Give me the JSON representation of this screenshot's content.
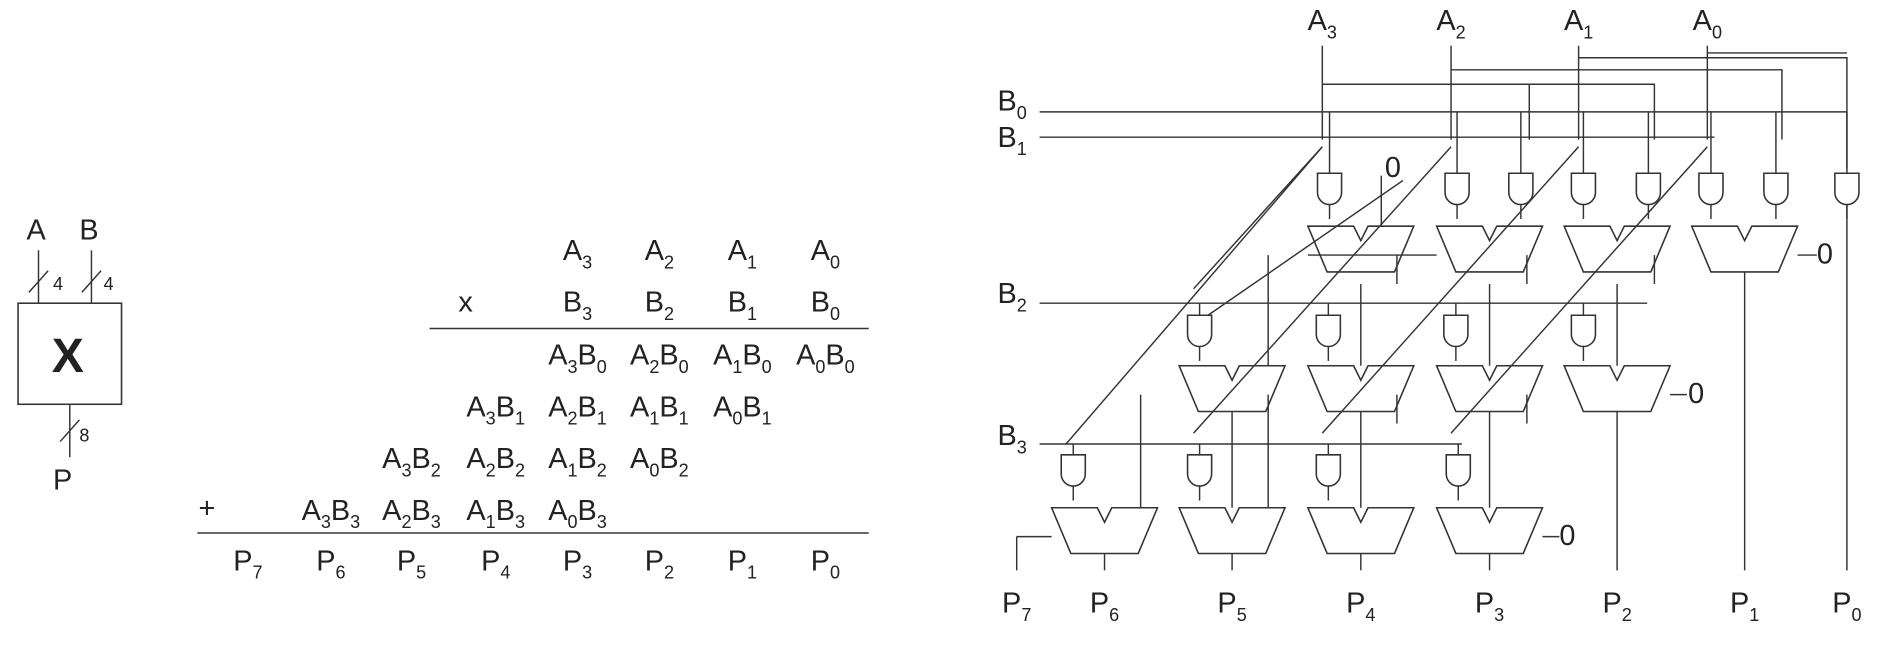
{
  "block": {
    "input_a": "A",
    "input_b": "B",
    "width_a": "4",
    "width_b": "4",
    "symbol": "X",
    "width_p": "8",
    "output": "P"
  },
  "table": {
    "multiplicand": [
      "A3",
      "A2",
      "A1",
      "A0"
    ],
    "times": "x",
    "multiplier": [
      "B3",
      "B2",
      "B1",
      "B0"
    ],
    "partial_products": [
      [
        "A3B0",
        "A2B0",
        "A1B0",
        "A0B0"
      ],
      [
        "A3B1",
        "A2B1",
        "A1B1",
        "A0B1"
      ],
      [
        "A3B2",
        "A2B2",
        "A1B2",
        "A0B2"
      ],
      [
        "A3B3",
        "A2B3",
        "A1B3",
        "A0B3"
      ]
    ],
    "plus": "+",
    "products": [
      "P7",
      "P6",
      "P5",
      "P4",
      "P3",
      "P2",
      "P1",
      "P0"
    ]
  },
  "circuit": {
    "a_inputs": [
      "A3",
      "A2",
      "A1",
      "A0"
    ],
    "b_inputs": [
      "B0",
      "B1",
      "B2",
      "B3"
    ],
    "zero": "0",
    "outputs": [
      "P7",
      "P6",
      "P5",
      "P4",
      "P3",
      "P2",
      "P1",
      "P0"
    ]
  }
}
